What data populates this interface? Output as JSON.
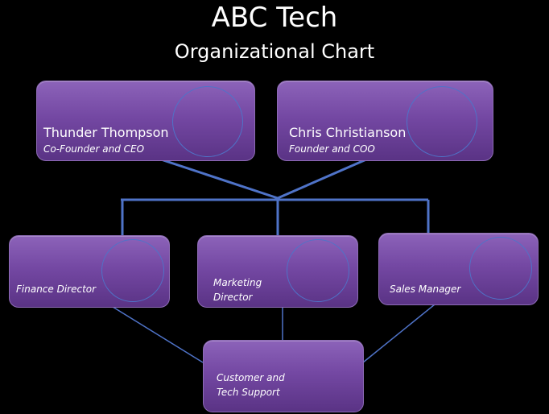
{
  "header": {
    "title": "ABC Tech",
    "subtitle": "Organizational Chart"
  },
  "colors": {
    "background": "#000000",
    "box_fill": "#7448a3",
    "connector": "#4f73c8",
    "text": "#ffffff"
  },
  "executives": [
    {
      "name": "Thunder Thompson",
      "role": "Co-Founder and CEO"
    },
    {
      "name": "Chris Christianson",
      "role": "Founder and COO"
    }
  ],
  "departments": [
    {
      "role_line1": "Finance Director",
      "role_line2": ""
    },
    {
      "role_line1": "Marketing",
      "role_line2": "Director"
    },
    {
      "role_line1": "Sales Manager",
      "role_line2": ""
    }
  ],
  "support": {
    "role_line1": "Customer and",
    "role_line2": "Tech Support"
  }
}
